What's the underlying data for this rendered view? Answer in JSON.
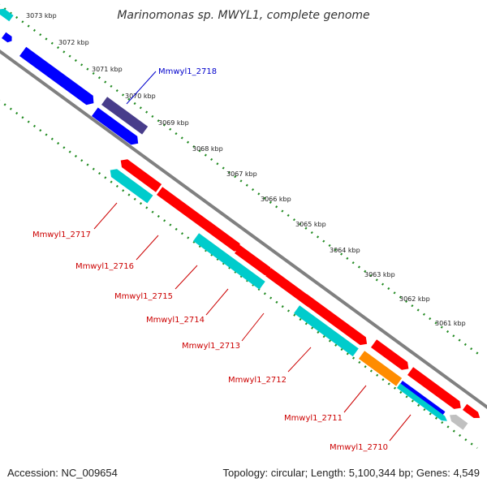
{
  "title": "Marinomonas sp. MWYL1, complete genome",
  "footer": {
    "accession": "Accession: NC_009654",
    "topology": "Topology: circular; Length: 5,100,344 bp; Genes: 4,549"
  },
  "colors": {
    "backbone": "#808080",
    "ruler_dots": "#228b22",
    "cds_red": "#ff0000",
    "cds_cyan": "#00cccc",
    "cds_blue": "#0000ff",
    "cds_slate": "#483d8b",
    "cds_orange": "#ff8c00",
    "cds_gray": "#c0c0c0",
    "label_red": "#cc0000",
    "label_blue": "#0000cc"
  },
  "scale_labels": [
    "3073 kbp",
    "3072 kbp",
    "3071 kbp",
    "3070 kbp",
    "3069 kbp",
    "3068 kbp",
    "3067 kbp",
    "3066 kbp",
    "3065 kbp",
    "3064 kbp",
    "3063 kbp",
    "3062 kbp",
    "3061 kbp"
  ],
  "genes": [
    {
      "id": "Mmwyl1_2718",
      "color": "blue"
    },
    {
      "id": "Mmwyl1_2717",
      "color": "red"
    },
    {
      "id": "Mmwyl1_2716",
      "color": "red"
    },
    {
      "id": "Mmwyl1_2715",
      "color": "red"
    },
    {
      "id": "Mmwyl1_2714",
      "color": "red"
    },
    {
      "id": "Mmwyl1_2713",
      "color": "red"
    },
    {
      "id": "Mmwyl1_2712",
      "color": "red"
    },
    {
      "id": "Mmwyl1_2711",
      "color": "red"
    },
    {
      "id": "Mmwyl1_2710",
      "color": "red"
    }
  ]
}
